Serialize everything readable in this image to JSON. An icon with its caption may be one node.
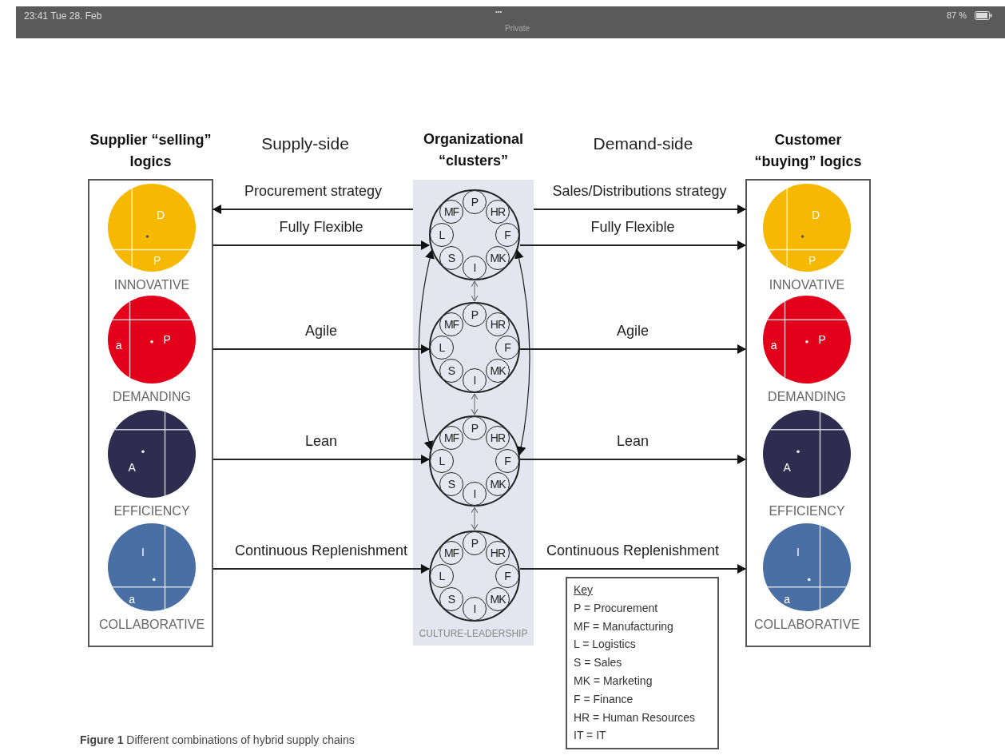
{
  "diagram": {
    "caption": "**Figure 1** Different combinations of hybrid supply chains",
    "nodes": [
      {
        "text": [
          "Supplier “selling” logics"
        ]
      },
      {
        "text": [
          "D",
          "P"
        ],
        "beside": [
          "INNOVATIVE"
        ],
        "in": 0
      },
      {
        "text": [
          "a",
          "P"
        ],
        "beside": [
          "DEMANDING"
        ],
        "in": 0
      },
      {
        "text": [
          "A"
        ],
        "beside": [
          "EFFICIENCY"
        ],
        "in": 0
      },
      {
        "text": [
          "I",
          "a"
        ],
        "beside": [
          "COLLABORATIVE"
        ],
        "in": 0
      },
      {
        "text": [
          "Organizational “clusters”",
          "CULTURE-LEADERSHIP"
        ]
      },
      {
        "text": [],
        "shape": "circle",
        "in": 5
      },
      {
        "text": [
          "P"
        ],
        "in": 6
      },
      {
        "text": [
          "MF"
        ],
        "in": 6
      },
      {
        "text": [
          "HR"
        ],
        "in": 6
      },
      {
        "text": [
          "L"
        ],
        "in": 6
      },
      {
        "text": [
          "F"
        ],
        "in": 6
      },
      {
        "text": [
          "S"
        ],
        "in": 6
      },
      {
        "text": [
          "MK"
        ],
        "in": 6
      },
      {
        "text": [
          "I"
        ],
        "in": 6
      },
      {
        "text": [],
        "shape": "circle",
        "in": 5
      },
      {
        "text": [
          "P"
        ],
        "in": 15
      },
      {
        "text": [
          "MF"
        ],
        "in": 15
      },
      {
        "text": [
          "HR"
        ],
        "in": 15
      },
      {
        "text": [
          "L"
        ],
        "in": 15
      },
      {
        "text": [
          "F"
        ],
        "in": 15
      },
      {
        "text": [
          "S"
        ],
        "in": 15
      },
      {
        "text": [
          "MK"
        ],
        "in": 15
      },
      {
        "text": [
          "I"
        ],
        "in": 15
      },
      {
        "text": [],
        "shape": "circle",
        "in": 5
      },
      {
        "text": [
          "P"
        ],
        "in": 24
      },
      {
        "text": [
          "MF"
        ],
        "in": 24
      },
      {
        "text": [
          "HR"
        ],
        "in": 24
      },
      {
        "text": [
          "L"
        ],
        "in": 24
      },
      {
        "text": [
          "F"
        ],
        "in": 24
      },
      {
        "text": [
          "S"
        ],
        "in": 24
      },
      {
        "text": [
          "MK"
        ],
        "in": 24
      },
      {
        "text": [
          "I"
        ],
        "in": 24
      },
      {
        "text": [],
        "shape": "circle",
        "in": 5
      },
      {
        "text": [
          "P"
        ],
        "in": 33
      },
      {
        "text": [
          "MF"
        ],
        "in": 33
      },
      {
        "text": [
          "HR"
        ],
        "in": 33
      },
      {
        "text": [
          "L"
        ],
        "in": 33
      },
      {
        "text": [
          "F"
        ],
        "in": 33
      },
      {
        "text": [
          "S"
        ],
        "in": 33
      },
      {
        "text": [
          "MK"
        ],
        "in": 33
      },
      {
        "text": [
          "I"
        ],
        "in": 33
      },
      {
        "text": [
          "Customer “buying” logics"
        ]
      },
      {
        "text": [
          "D",
          "P"
        ],
        "beside": [
          "INNOVATIVE"
        ],
        "in": 42
      },
      {
        "text": [
          "a",
          "P"
        ],
        "beside": [
          "DEMANDING"
        ],
        "in": 42
      },
      {
        "text": [
          "A"
        ],
        "beside": [
          "EFFICIENCY"
        ],
        "in": 42
      },
      {
        "text": [
          "I",
          "a"
        ],
        "beside": [
          "COLLABORATIVE"
        ],
        "in": 42
      },
      {
        "text": [
          "Key",
          "P = Procurement",
          "MF = Manufacturing",
          "L = Logistics",
          "S = Sales",
          "MK = Marketing",
          "F = Finance",
          "HR = Human Resources",
          "IT = IT"
        ]
      }
    ],
    "edges": [
      {
        "from": 5,
        "to": 0,
        "arrow": "to",
        "label": "Procurement strategy"
      },
      {
        "from": 0,
        "to": 6,
        "arrow": "to",
        "label": "Fully Flexible"
      },
      {
        "from": 0,
        "to": 15,
        "arrow": "to",
        "label": "Agile"
      },
      {
        "from": 0,
        "to": 24,
        "arrow": "to",
        "label": "Lean"
      },
      {
        "from": 0,
        "to": 33,
        "arrow": "to",
        "label": "Continuous Replenishment"
      },
      {
        "from": 5,
        "to": 42,
        "arrow": "to",
        "label": "Sales/Distributions strategy"
      },
      {
        "from": 6,
        "to": 42,
        "arrow": "to",
        "label": "Fully Flexible"
      },
      {
        "from": 15,
        "to": 42,
        "arrow": "to",
        "label": "Agile"
      },
      {
        "from": 24,
        "to": 42,
        "arrow": "to",
        "label": "Lean"
      },
      {
        "from": 33,
        "to": 42,
        "arrow": "to",
        "label": "Continuous Replenishment"
      },
      {
        "from": 6,
        "to": 15,
        "arrow": "both"
      },
      {
        "from": 15,
        "to": 24,
        "arrow": "both"
      },
      {
        "from": 24,
        "to": 33,
        "arrow": "both"
      },
      {
        "from": 6,
        "to": 24,
        "arrow": "both"
      },
      {
        "from": 6,
        "to": 24,
        "arrow": "both"
      }
    ],
    "labels": [
      "23:41 Tue 28. Feb",
      "•••",
      "Private",
      "87 %",
      "Supply-side",
      "Demand-side"
    ]
  }
}
